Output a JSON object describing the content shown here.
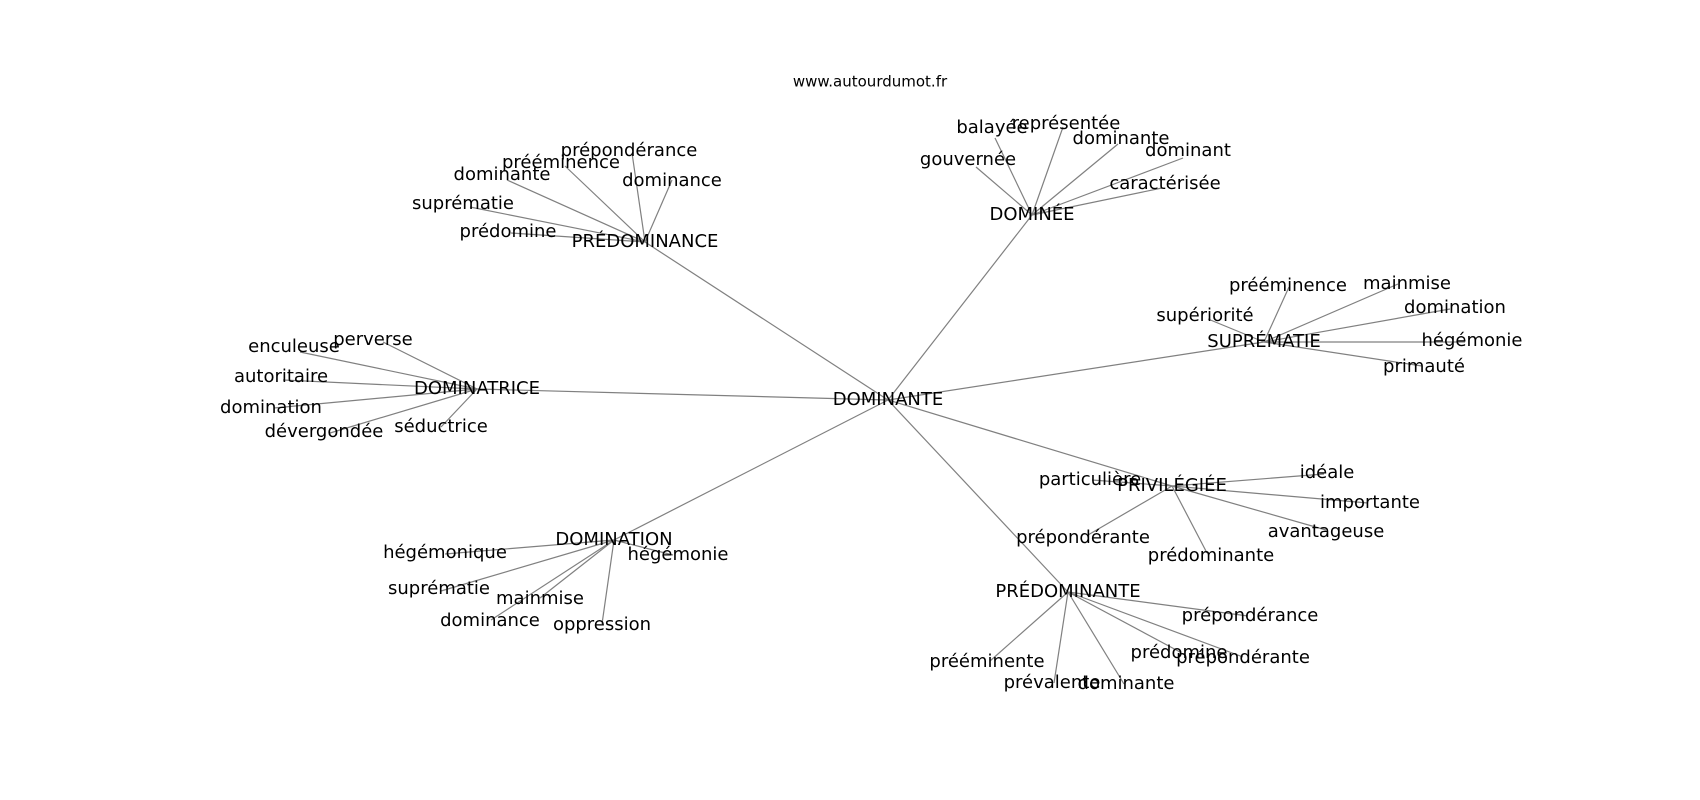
{
  "header": {
    "source": "www.autourdumot.fr"
  },
  "colors": {
    "edge": "#808080",
    "text": "#000000",
    "background": "#ffffff"
  },
  "graph": {
    "center": "DOMINANTE",
    "groups": [
      {
        "hub": "DOMINÉE",
        "leaves": [
          "balayée",
          "représentée",
          "dominante",
          "dominant",
          "gouvernée",
          "caractérisée"
        ]
      },
      {
        "hub": "PRÉDOMINANCE",
        "leaves": [
          "prépondérance",
          "prééminence",
          "dominante",
          "dominance",
          "suprématie",
          "prédomine"
        ]
      },
      {
        "hub": "SUPRÉMATIE",
        "leaves": [
          "prééminence",
          "mainmise",
          "domination",
          "supériorité",
          "hégémonie",
          "primauté"
        ]
      },
      {
        "hub": "DOMINATRICE",
        "leaves": [
          "perverse",
          "enculeuse",
          "autoritaire",
          "domination",
          "dévergondée",
          "séductrice"
        ]
      },
      {
        "hub": "PRIVILÉGIÉE",
        "leaves": [
          "particulière",
          "idéale",
          "importante",
          "avantageuse",
          "prépondérante",
          "prédominante"
        ]
      },
      {
        "hub": "DOMINATION",
        "leaves": [
          "hégémonique",
          "hégémonie",
          "suprématie",
          "mainmise",
          "dominance",
          "oppression"
        ]
      },
      {
        "hub": "PRÉDOMINANTE",
        "leaves": [
          "prépondérance",
          "prédomine",
          "prépondérante",
          "prééminente",
          "prévalente",
          "dominante"
        ]
      }
    ]
  }
}
